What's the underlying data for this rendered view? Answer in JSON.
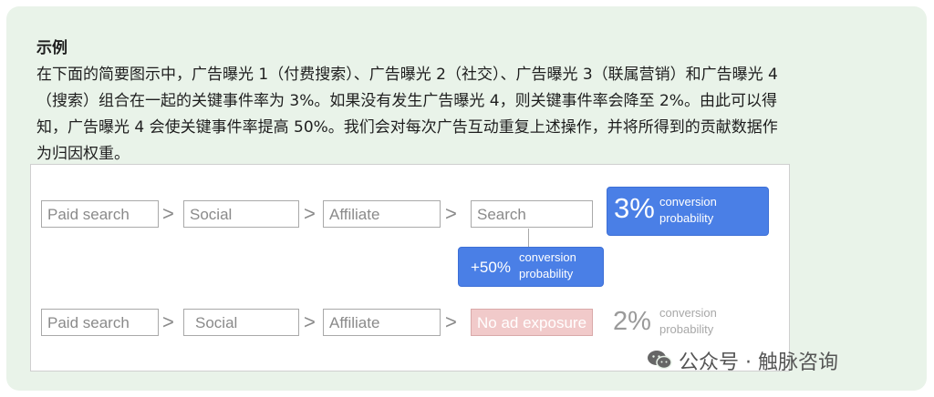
{
  "heading": "示例",
  "paragraph_lines": [
    "在下面的简要图示中，广告曝光 1（付费搜索）、广告曝光 2（社交）、广告曝光 3（联属营销）和广告曝光 4",
    "（搜索）组合在一起的关键事件率为 3%。如果没有发生广告曝光 4，则关键事件率会降至 2%。由此可以得",
    "知，广告曝光 4 会使关键事件率提高 50%。我们会对每次广告互动重复上述操作，并将所得到的贡献数据作",
    "为归因权重。"
  ],
  "diagram": {
    "row1": {
      "nodes": [
        "Paid search",
        "Social",
        "Affiliate",
        "Search"
      ],
      "result_value": "3%",
      "result_label_line1": "conversion",
      "result_label_line2": "probability"
    },
    "lift": {
      "value": "+50%",
      "label_line1": "conversion",
      "label_line2": "probability"
    },
    "row2": {
      "nodes": [
        "Paid search",
        "Social",
        "Affiliate",
        "No ad exposure"
      ],
      "result_value": "2%",
      "result_label_line1": "conversion",
      "result_label_line2": "probability"
    },
    "arrow_glyph": ">"
  },
  "watermark": "公众号 · 触脉咨询",
  "colors": {
    "card_bg": "#e9f3e9",
    "blue": "#4a7fe6",
    "no_ad_bg": "#f1caca"
  }
}
